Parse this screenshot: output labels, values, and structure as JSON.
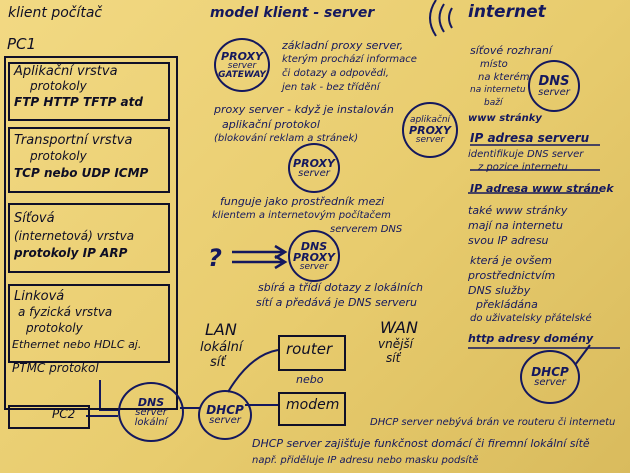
{
  "left": {
    "title": "klient počítač",
    "pc1": "PC1",
    "pc2": "PC2",
    "layers": [
      {
        "l1": "Aplikační vrstva",
        "l2": "protokoly",
        "l3": "FTP HTTP TFTP atd"
      },
      {
        "l1": "Transportní vrstva",
        "l2": "protokoly",
        "l3": "TCP nebo UDP ICMP"
      },
      {
        "l1": "Síťová",
        "l2": "(internetová) vrstva",
        "l3": "protokoly IP ARP"
      },
      {
        "l1": "Linková",
        "l2": "a fyzická vrstva",
        "l3": "protokoly",
        "l4": "Ethernet nebo HDLC aj."
      }
    ],
    "ptmc": "PTMC protokol"
  },
  "center": {
    "heading": "model klient - server",
    "proxy_gateway": [
      "PROXY",
      "server",
      "GATEWAY"
    ],
    "text1": [
      "základní proxy server,",
      "kterým prochází informace",
      "či dotazy a odpovědi,",
      "jen tak - bez třídění"
    ],
    "text2": [
      "proxy server - když je instalován",
      "aplikační protokol",
      "(blokování reklam a stránek)"
    ],
    "app_proxy": [
      "aplikační",
      "PROXY",
      "server"
    ],
    "proxy_server": [
      "PROXY",
      "server"
    ],
    "text3": [
      "funguje jako prostředník mezi",
      "klientem a internetovým počítačem",
      "serverem DNS"
    ],
    "question": "?",
    "dns_proxy": [
      "DNS",
      "PROXY",
      "server"
    ],
    "text4": [
      "sbírá a třídí dotazy z lokálních",
      "sítí a předává je DNS serveru"
    ],
    "lan": [
      "LAN",
      "lokální",
      "síť"
    ],
    "wan": [
      "WAN",
      "vnější",
      "síť"
    ],
    "router": "router",
    "nebo": "nebo",
    "modem": "modem",
    "dns_local": [
      "DNS",
      "server",
      "lokální"
    ],
    "dhcp_center": [
      "DHCP",
      "server"
    ]
  },
  "right": {
    "heading": "internet",
    "text1": [
      "síťové rozhraní",
      "místo",
      "na kterém",
      "na internetu",
      "baží",
      "www stránky"
    ],
    "dns_server": [
      "DNS",
      "server"
    ],
    "ip_server": [
      "IP adresa serveru",
      "identifikuje DNS server",
      "z pozice internetu"
    ],
    "ip_www": [
      "IP adresa www stránek",
      "také www stránky",
      "mají na internetu",
      "svou IP adresu"
    ],
    "text2": [
      "která je ovšem",
      "prostřednictvím",
      "DNS služby",
      "překládána",
      "do uživatelsky přátelské"
    ],
    "http": "http adresy domény",
    "dhcp_right": [
      "DHCP",
      "server"
    ]
  },
  "bottom": {
    "line1": "DHCP server nebývá brán ve routeru či internetu",
    "line2": "DHCP server zajišťuje funkčnost domácí či firemní lokální sítě",
    "line3": "např. přiděluje IP adresu nebo masku podsítě"
  }
}
